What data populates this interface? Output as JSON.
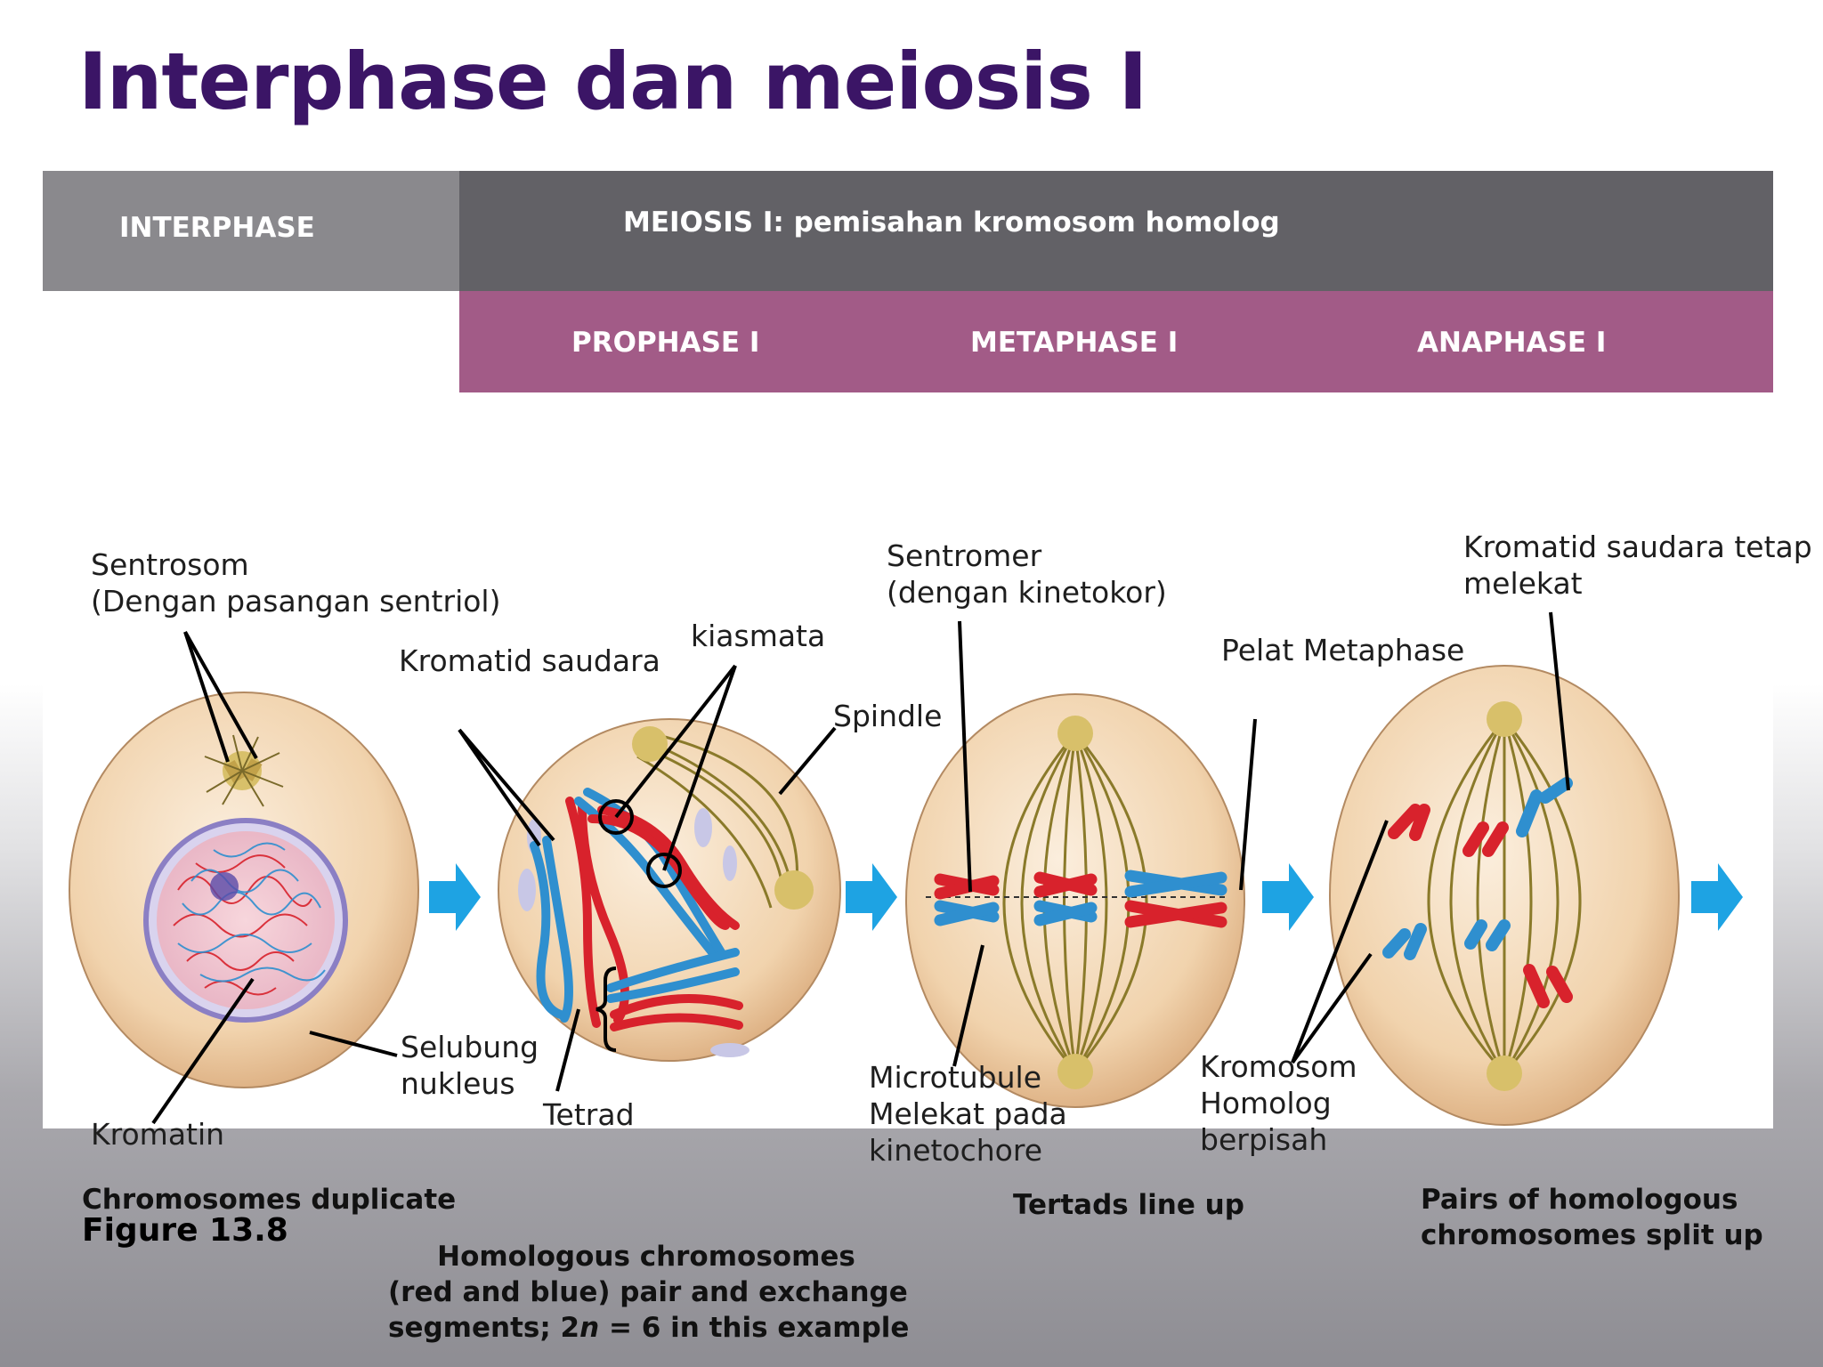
{
  "title": "Interphase dan meiosis I",
  "header": {
    "interphase": "INTERPHASE",
    "meiosis": "MEIOSIS I: pemisahan kromosom homolog",
    "phases": [
      "PROPHASE I",
      "METAPHASE I",
      "ANAPHASE I"
    ]
  },
  "labels": {
    "sentrosom_1": "Sentrosom",
    "sentrosom_2": "(Dengan pasangan sentriol)",
    "kromatid_saudara": "Kromatid saudara",
    "kiasmata": "kiasmata",
    "spindle": "Spindle",
    "sentromer_1": "Sentromer",
    "sentromer_2": "(dengan kinetokor)",
    "kromatid_tetap_1": "Kromatid saudara tetap",
    "kromatid_tetap_2": "melekat",
    "pelat_metaphase": "Pelat Metaphase",
    "selubung_1": "Selubung",
    "selubung_2": "nukleus",
    "tetrad": "Tetrad",
    "kromatin": "Kromatin",
    "microtubule_1": "Microtubule",
    "microtubule_2": "Melekat pada",
    "microtubule_3": "kinetochore",
    "kromosom_1": "Kromosom",
    "kromosom_2": "Homolog",
    "kromosom_3": "berpisah"
  },
  "captions": {
    "interphase": "Chromosomes duplicate",
    "figure": "Figure 13.8",
    "prophase_1": "Homologous chromosomes",
    "prophase_2": "(red and blue) pair and exchange",
    "prophase_3a": "segments; 2",
    "prophase_3b": "n",
    "prophase_3c": " = 6 in this example",
    "metaphase": "Tertads line up",
    "anaphase_1": "Pairs of homologous",
    "anaphase_2": "chromosomes split up"
  },
  "colors": {
    "title": "#3b1566",
    "band_interphase": "#8a898d",
    "band_meiosis": "#626166",
    "band_phases": "#a25b87",
    "cell": "#f1d3ad",
    "chromosome_red": "#d8222c",
    "chromosome_blue": "#2f8fcf",
    "arrow": "#1ea3e3"
  }
}
